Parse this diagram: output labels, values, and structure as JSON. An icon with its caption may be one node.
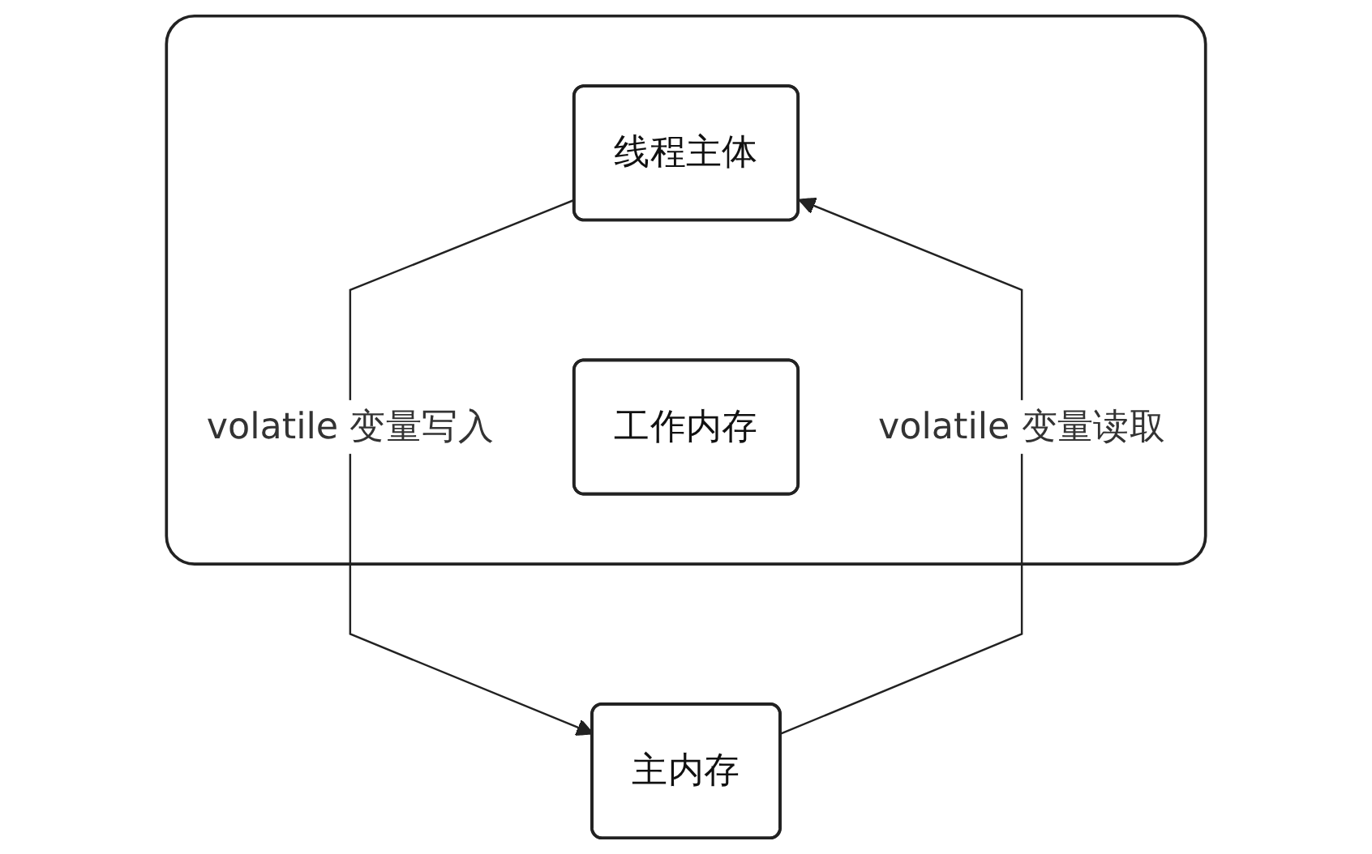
{
  "diagram": {
    "nodes": [
      {
        "text": [],
        "shape": "box"
      },
      {
        "text": [
          "线程主体"
        ],
        "in": 0
      },
      {
        "text": [
          "工作内存"
        ],
        "in": 0
      },
      {
        "text": [
          "主内存"
        ]
      }
    ],
    "edges": [
      {
        "from": 1,
        "to": 3,
        "arrow": "to",
        "label": "volatile 变量写入"
      },
      {
        "from": 3,
        "to": 1,
        "arrow": "to",
        "label": "volatile 变量读取"
      }
    ]
  }
}
